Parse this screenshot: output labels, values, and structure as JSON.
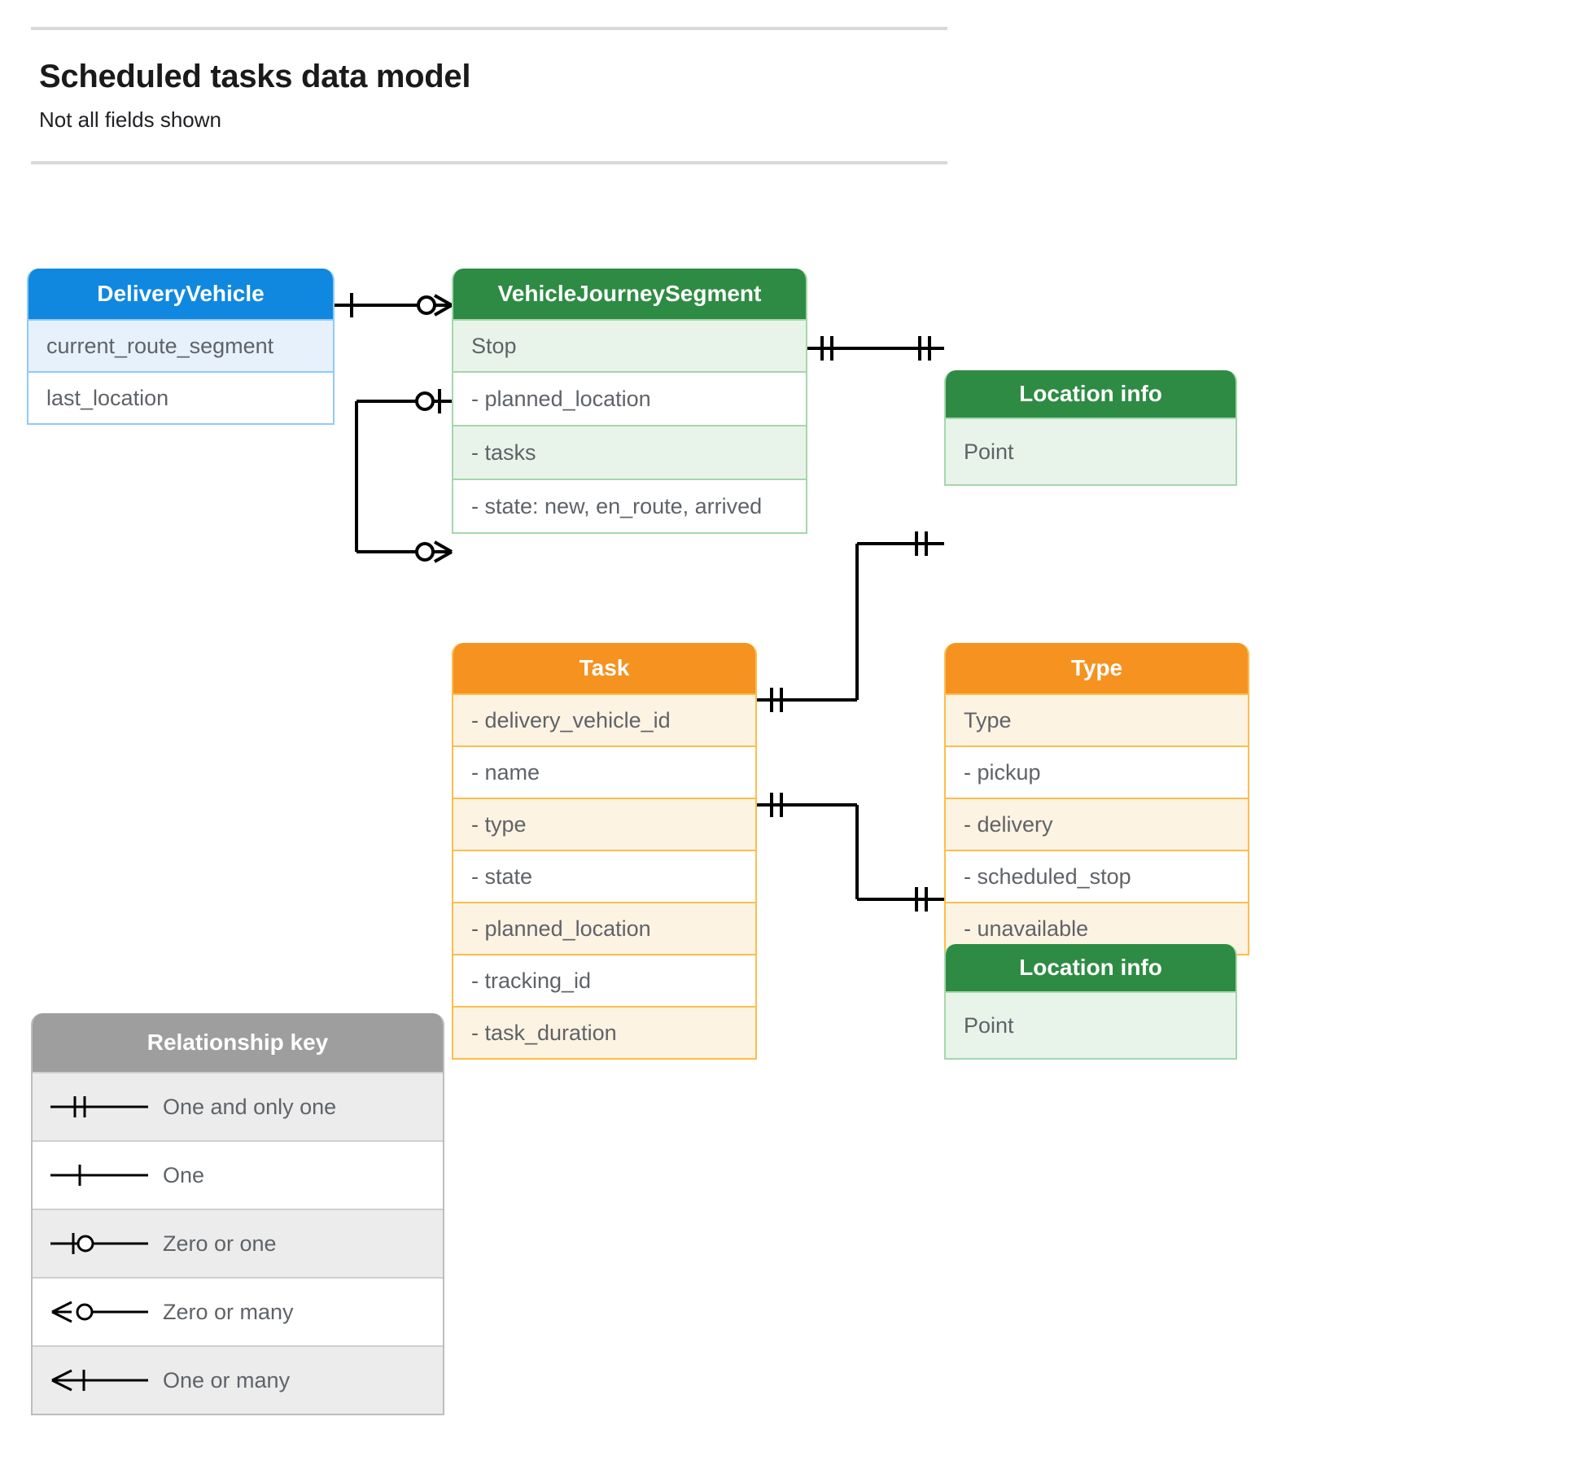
{
  "header": {
    "title": "Scheduled tasks data model",
    "subtitle": "Not all fields shown"
  },
  "entities": {
    "delivery_vehicle": {
      "title": "DeliveryVehicle",
      "rows": [
        "current_route_segment",
        "last_location"
      ]
    },
    "vehicle_journey_segment": {
      "title": "VehicleJourneySegment",
      "rows": [
        "Stop",
        "-  planned_location",
        "- tasks",
        "- state: new, en_route, arrived"
      ]
    },
    "location_info_top": {
      "title": "Location info",
      "rows": [
        "Point"
      ]
    },
    "task": {
      "title": "Task",
      "rows": [
        "- delivery_vehicle_id",
        "- name",
        "- type",
        "- state",
        "- planned_location",
        "- tracking_id",
        "- task_duration"
      ]
    },
    "type": {
      "title": "Type",
      "rows": [
        "Type",
        "-  pickup",
        "-  delivery",
        "-  scheduled_stop",
        "-  unavailable"
      ]
    },
    "location_info_bottom": {
      "title": "Location info",
      "rows": [
        "Point"
      ]
    },
    "relationship_key": {
      "title": "Relationship key",
      "rows": [
        {
          "symbol": "one-and-only-one",
          "label": "One and only one"
        },
        {
          "symbol": "one",
          "label": "One"
        },
        {
          "symbol": "zero-or-one",
          "label": "Zero or one"
        },
        {
          "symbol": "zero-or-many",
          "label": "Zero or many"
        },
        {
          "symbol": "one-or-many",
          "label": "One or many"
        }
      ]
    }
  },
  "relationships": [
    {
      "from": "DeliveryVehicle",
      "to": "VehicleJourneySegment",
      "from_cardinality": "one",
      "to_cardinality": "zero-or-many"
    },
    {
      "from": "VehicleJourneySegment.tasks",
      "to": "Task",
      "from_cardinality": "zero-or-one",
      "to_cardinality": "zero-or-many"
    },
    {
      "from": "VehicleJourneySegment.planned_location",
      "to": "Location info",
      "from_cardinality": "one-and-only-one",
      "to_cardinality": "one-and-only-one"
    },
    {
      "from": "Task.type",
      "to": "Type",
      "from_cardinality": "one-and-only-one",
      "to_cardinality": "one-and-only-one"
    },
    {
      "from": "Task.planned_location",
      "to": "Location info",
      "from_cardinality": "one-and-only-one",
      "to_cardinality": "one-and-only-one"
    }
  ],
  "colors": {
    "blue_header": "#1088e0",
    "blue_row": "#e6f1fc",
    "blue_border": "#90caf9",
    "green_header": "#2e8b43",
    "green_row": "#e8f4ea",
    "green_border": "#a5d6ac",
    "orange_header": "#f59220",
    "orange_row": "#fdf3e2",
    "orange_border": "#fbbe4b",
    "grey_header": "#9e9e9e",
    "grey_row": "#ececec",
    "line": "#000000",
    "rule": "#d9d9d9"
  }
}
